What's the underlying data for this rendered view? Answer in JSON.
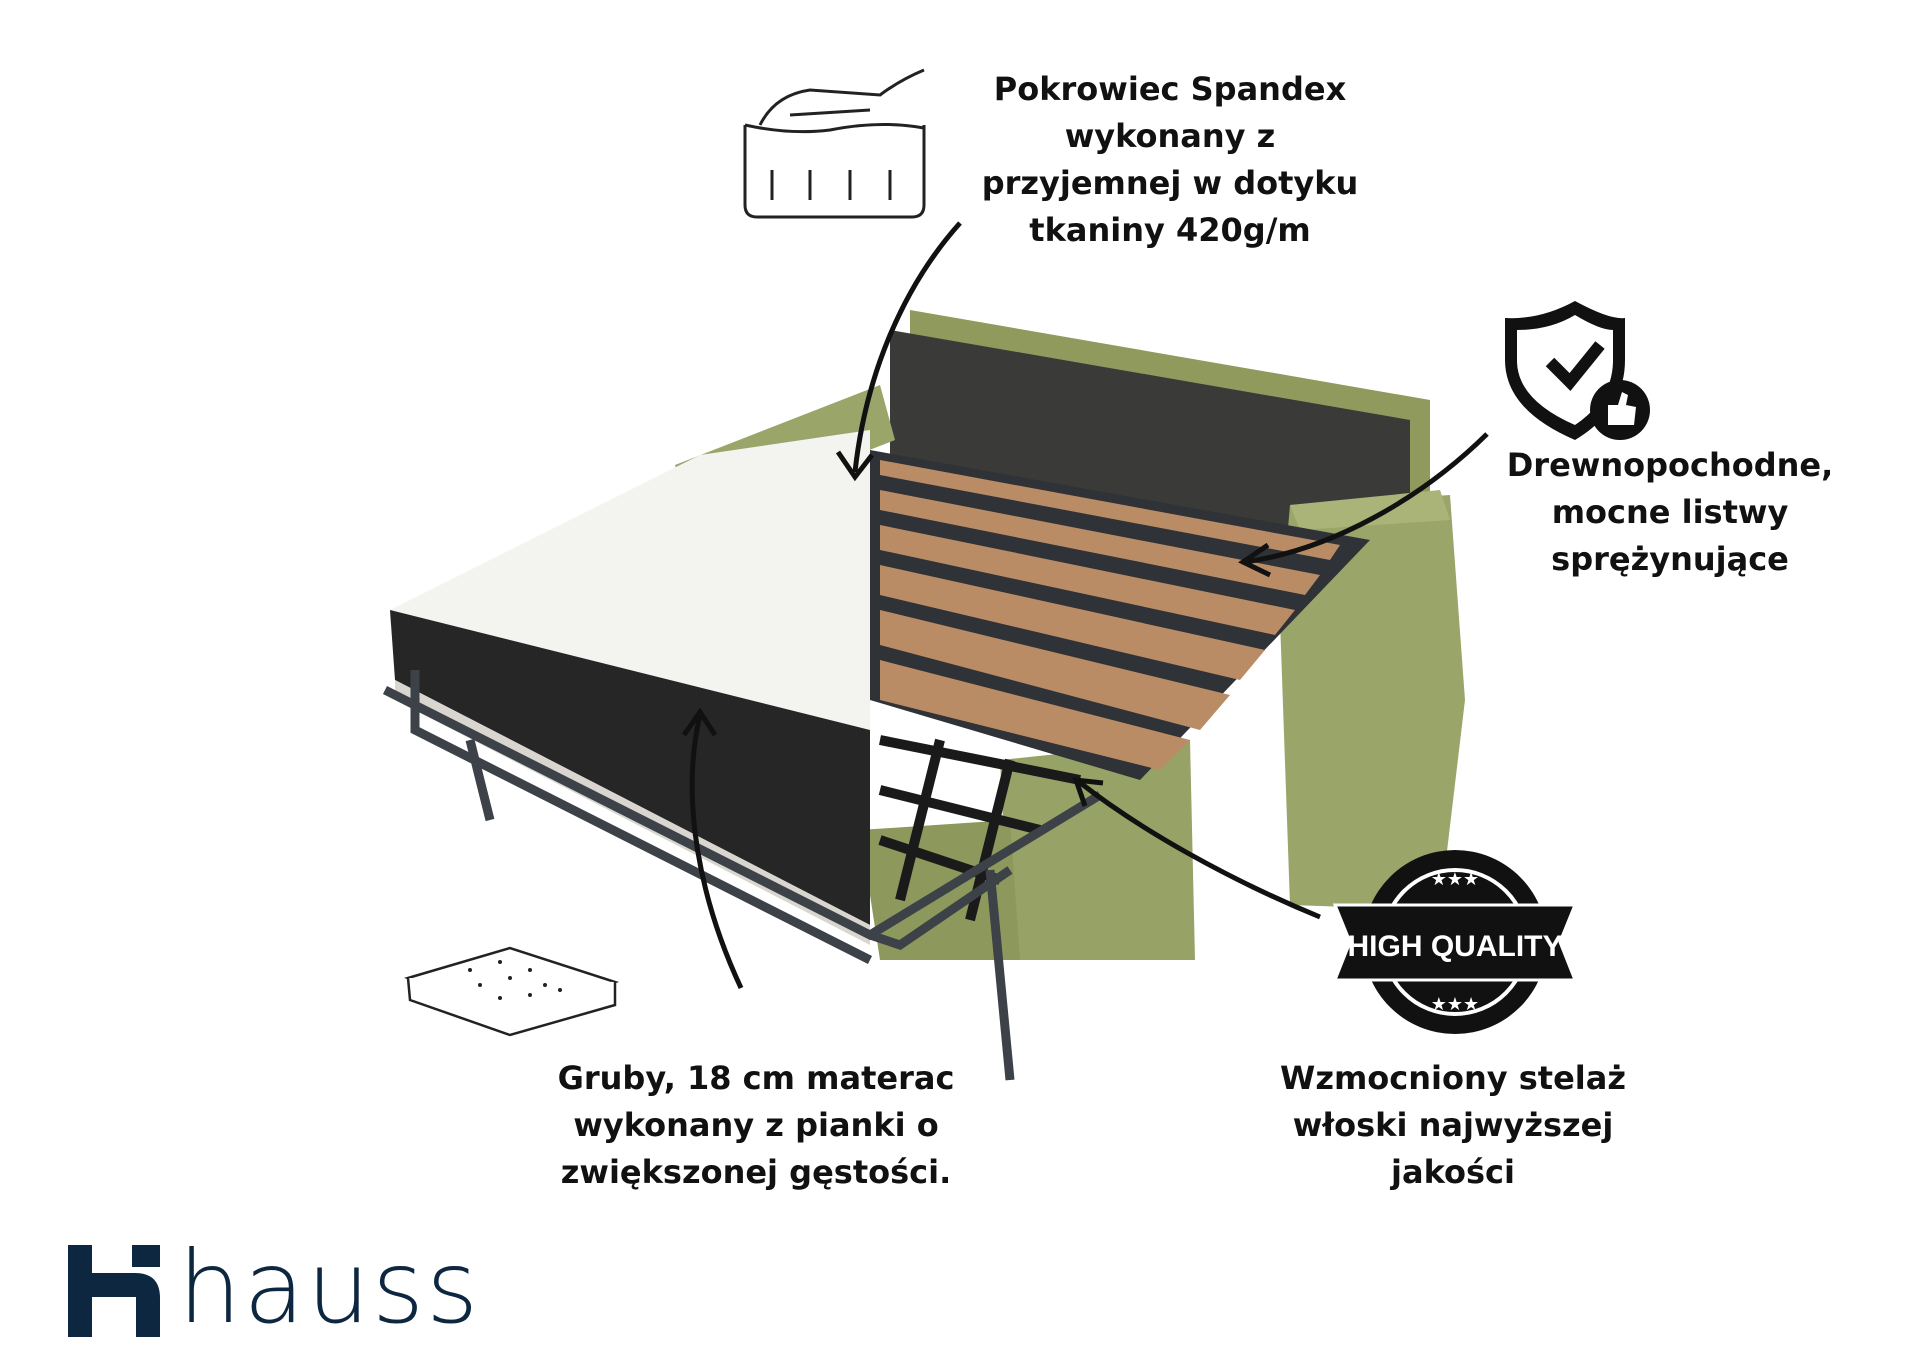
{
  "captions": {
    "cover": [
      "Pokrowiec Spandex",
      "wykonany z",
      "przyjemnej w dotyku",
      "tkaniny 420g/m"
    ],
    "slats": [
      "Drewnopochodne,",
      "mocne listwy",
      "sprężynujące"
    ],
    "mattress": [
      "Gruby, 18 cm materac",
      "wykonany z pianki o",
      "zwiększonej gęstości."
    ],
    "frame": [
      "Wzmocniony stelaż",
      "włoski  najwyższej",
      "jakości"
    ]
  },
  "badge": {
    "text": "HIGH QUALITY"
  },
  "logo": {
    "text": "Hauss"
  },
  "colors": {
    "fabric": "#9aa56a",
    "frame": "#3c4248",
    "slat": "#b98c66",
    "logo": "#0d2740"
  }
}
